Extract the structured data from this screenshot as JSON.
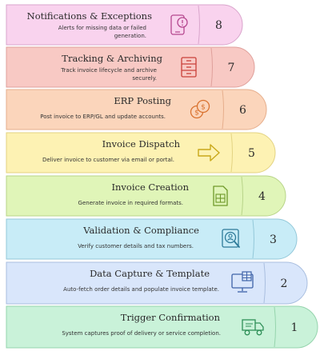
{
  "steps": [
    {
      "number": "8",
      "title": "Notifications & Exceptions",
      "description": [
        "Alerts for missing data or failed",
        "generation."
      ],
      "icon": "mobile-alert-icon",
      "colors": {
        "fill": "#f9d3ee",
        "stroke": "#d9a5cc",
        "icon": "#b5478f"
      }
    },
    {
      "number": "7",
      "title": "Tracking & Archiving",
      "description": [
        "Track invoice lifecycle and archive",
        "securely."
      ],
      "icon": "file-cabinet-icon",
      "colors": {
        "fill": "#f8c9c4",
        "stroke": "#dfa09b",
        "icon": "#c9413a"
      }
    },
    {
      "number": "6",
      "title": "ERP Posting",
      "description": [
        "Post invoice to ERP/GL and update accounts."
      ],
      "icon": "coins-icon",
      "colors": {
        "fill": "#fbd5bb",
        "stroke": "#e6ae8c",
        "icon": "#d9722f"
      }
    },
    {
      "number": "5",
      "title": "Invoice Dispatch",
      "description": [
        "Deliver invoice to customer via email or portal."
      ],
      "icon": "arrow-right-icon",
      "colors": {
        "fill": "#fdf2b3",
        "stroke": "#e3d382",
        "icon": "#c9a81a"
      }
    },
    {
      "number": "4",
      "title": "Invoice Creation",
      "description": [
        "Generate invoice in required formats."
      ],
      "icon": "spreadsheet-file-icon",
      "colors": {
        "fill": "#e0f5b8",
        "stroke": "#b8d489",
        "icon": "#6f9a2a"
      }
    },
    {
      "number": "3",
      "title": "Validation & Compliance",
      "description": [
        "Verify customer details and tax numbers."
      ],
      "icon": "user-search-icon",
      "colors": {
        "fill": "#c8ecf7",
        "stroke": "#93c8d9",
        "icon": "#2d7a99"
      }
    },
    {
      "number": "2",
      "title": "Data Capture & Template",
      "description": [
        "Auto-fetch order details and populate invoice template."
      ],
      "icon": "monitor-form-icon",
      "colors": {
        "fill": "#d9e6fb",
        "stroke": "#a9bedf",
        "icon": "#3f63a8"
      }
    },
    {
      "number": "1",
      "title": "Trigger Confirmation",
      "description": [
        "System captures proof of delivery or service completion."
      ],
      "icon": "delivery-truck-icon",
      "colors": {
        "fill": "#c9f2d9",
        "stroke": "#95d4ad",
        "icon": "#2f8f58"
      }
    }
  ]
}
